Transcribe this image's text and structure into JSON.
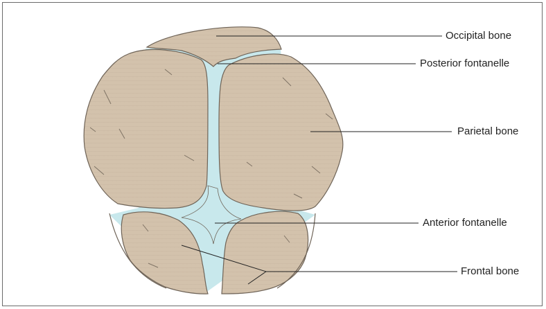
{
  "labels": {
    "occipital_bone": "Occipital bone",
    "posterior_fontanelle": "Posterior fontanelle",
    "parietal_bone": "Parietal bone",
    "anterior_fontanelle": "Anterior fontanelle",
    "frontal_bone": "Frontal bone"
  },
  "colors": {
    "bone_fill": "#d3c2ac",
    "bone_stroke": "#6e6357",
    "fontanelle_fill": "#c8e8ec",
    "leader_line": "#222222",
    "frame_border": "#6b6b6b"
  }
}
